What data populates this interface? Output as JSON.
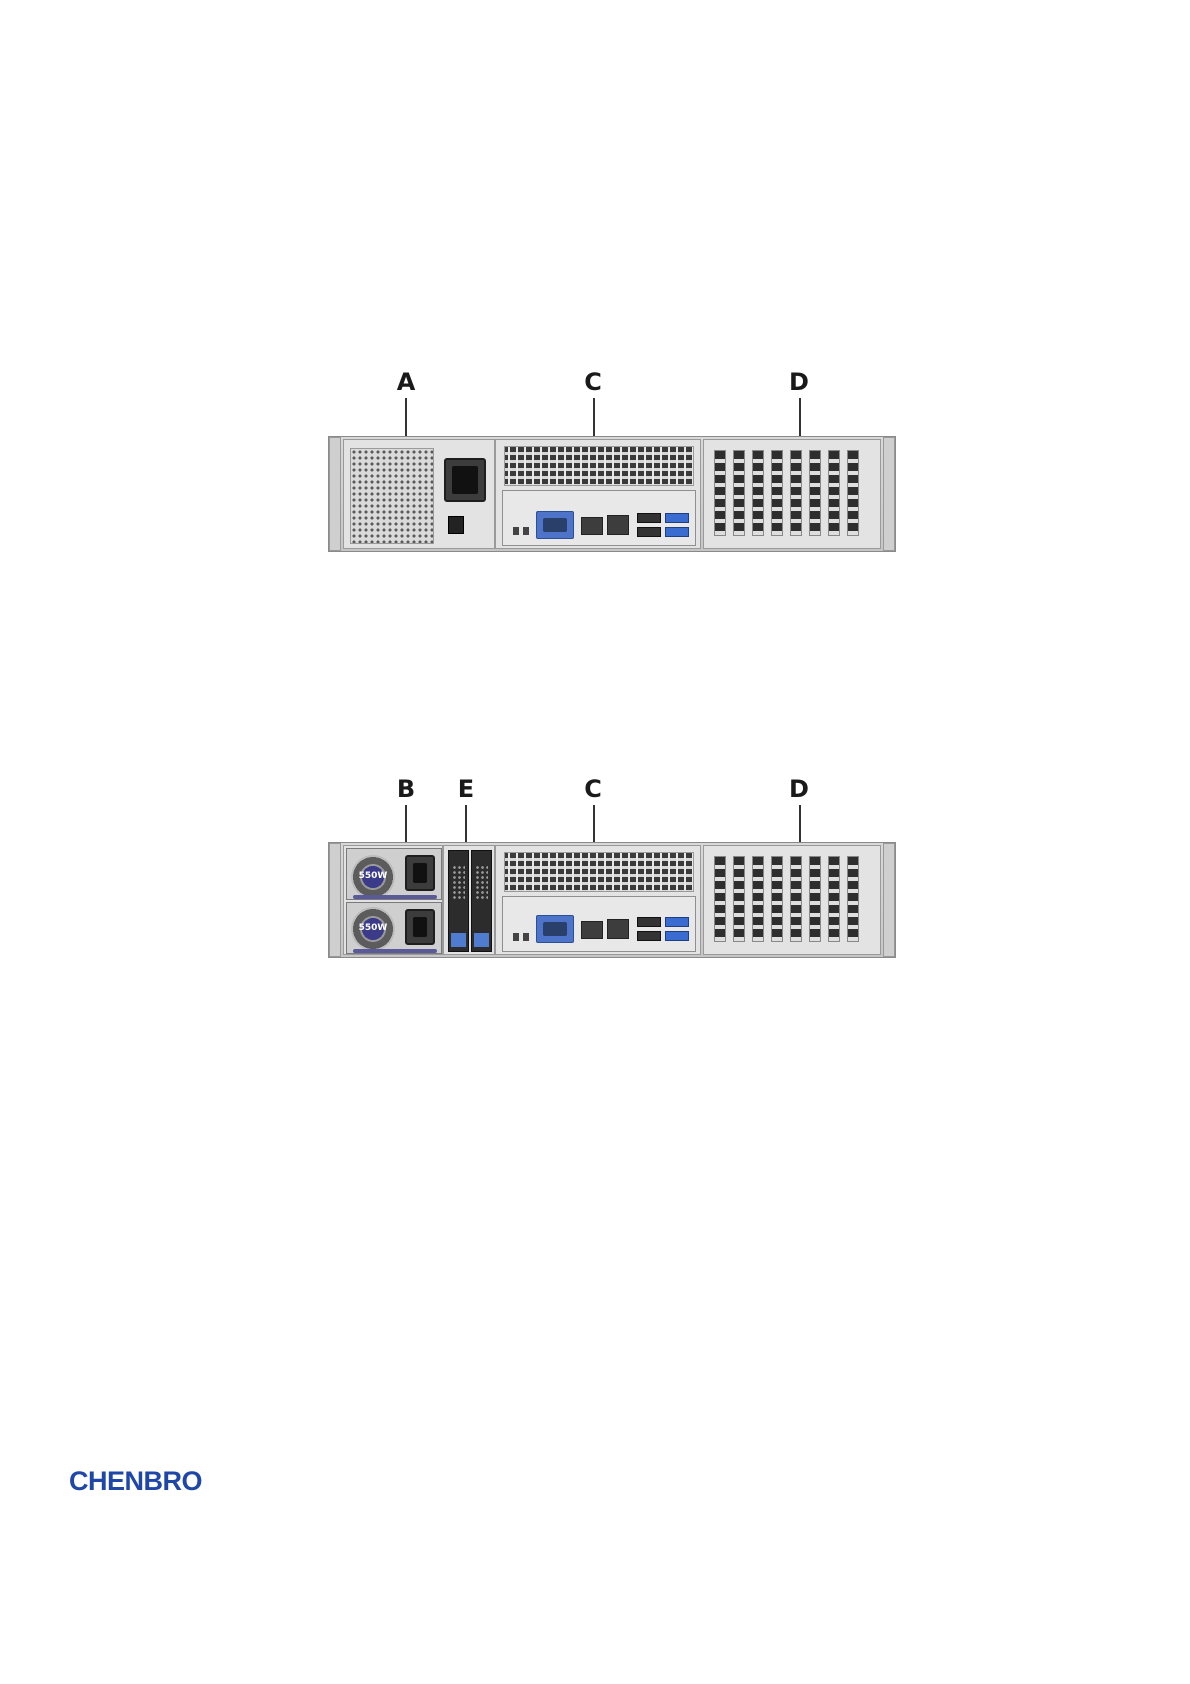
{
  "figure1": {
    "callouts": [
      "A",
      "C",
      "D"
    ]
  },
  "figure2": {
    "callouts": [
      "B",
      "E",
      "C",
      "D"
    ],
    "psu_labels": [
      "550W",
      "550W"
    ]
  },
  "footer": {
    "logo_text": "CHENBRO",
    "brand_color": "#1e47a8"
  }
}
